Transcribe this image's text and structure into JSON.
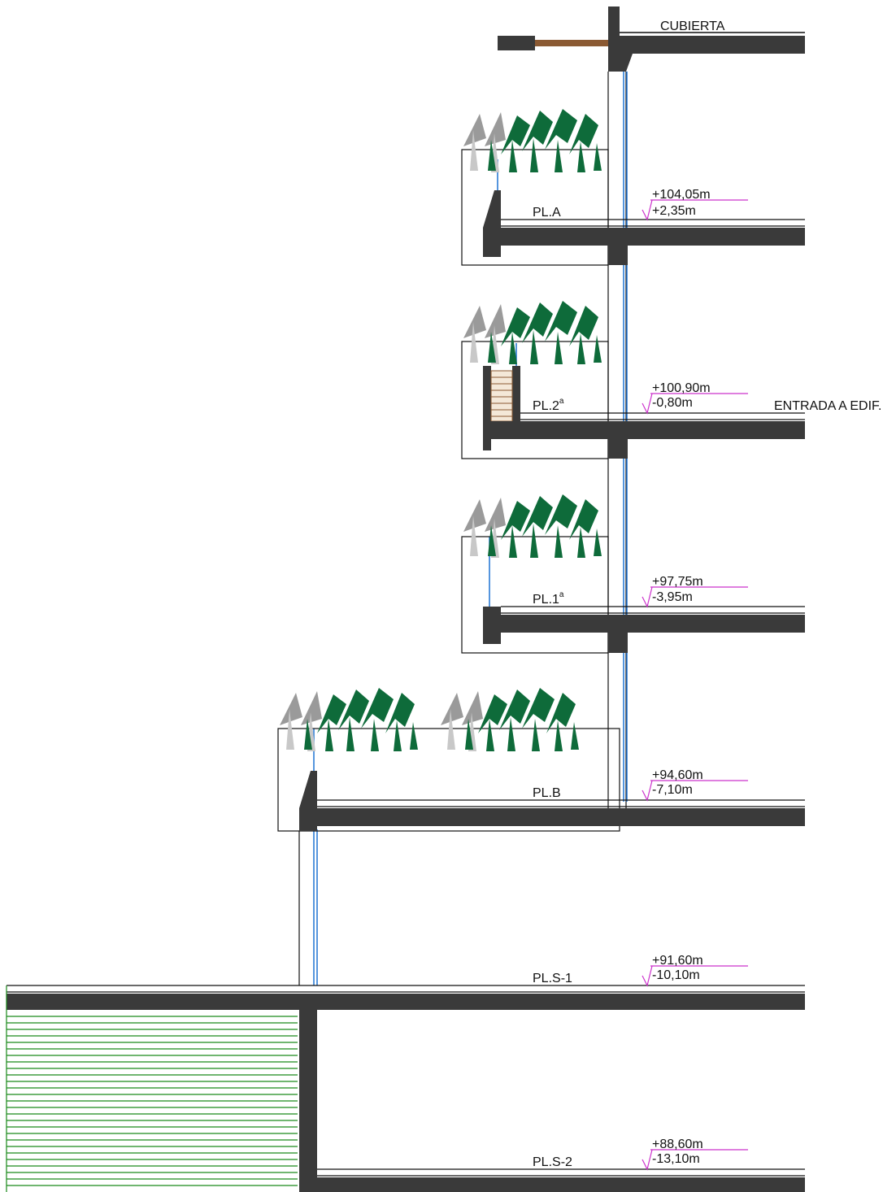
{
  "colors": {
    "slab": "#3a3a3a",
    "line": "#111111",
    "water": "#1e73d2",
    "level_marker": "#cc33cc",
    "plant_dark": "#0e6b3a",
    "plant_light": "#9a9a9a",
    "wood": "#8b5a33",
    "hatch": "#1a8a1a"
  },
  "labels": {
    "cubierta": "CUBIERTA",
    "entrada": "ENTRADA A EDIF."
  },
  "floors": [
    {
      "id": "pla",
      "name": "PL.A",
      "abs": "+104,05m",
      "rel": "+2,35m"
    },
    {
      "id": "pl2",
      "name": "PL.2",
      "sup": "a",
      "abs": "+100,90m",
      "rel": "-0,80m"
    },
    {
      "id": "pl1",
      "name": "PL.1",
      "sup": "a",
      "abs": "+97,75m",
      "rel": "-3,95m"
    },
    {
      "id": "plb",
      "name": "PL.B",
      "abs": "+94,60m",
      "rel": "-7,10m"
    },
    {
      "id": "pls1",
      "name": "PL.S-1",
      "abs": "+91,60m",
      "rel": "-10,10m"
    },
    {
      "id": "pls2",
      "name": "PL.S-2",
      "abs": "+88,60m",
      "rel": "-13,10m"
    }
  ]
}
